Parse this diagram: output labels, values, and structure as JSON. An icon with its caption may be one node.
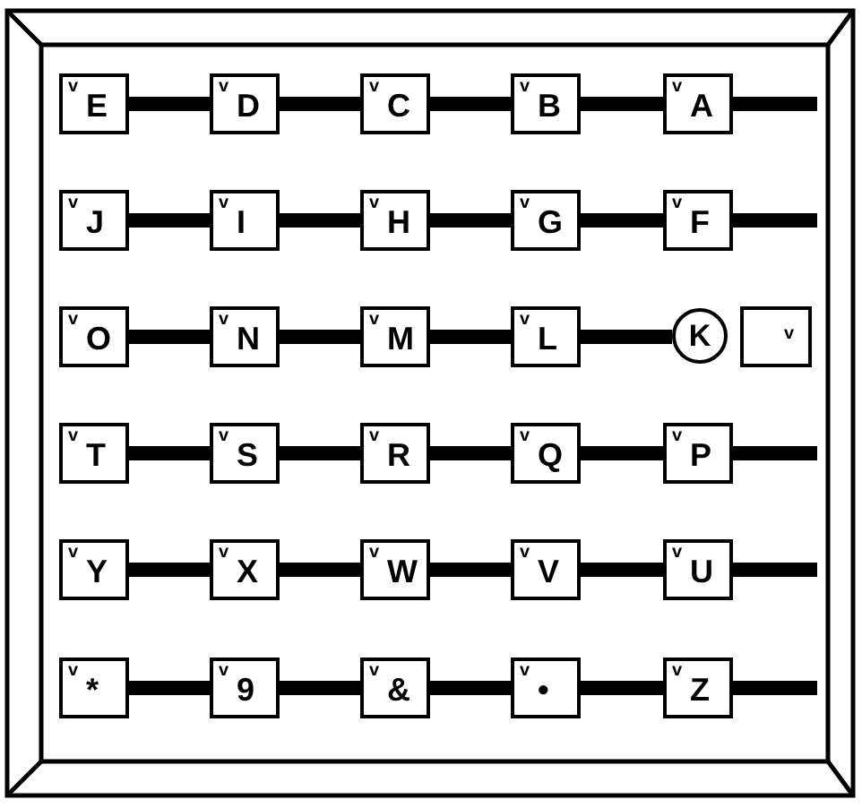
{
  "diagram": {
    "nodes": [
      {
        "text": [
          "v",
          "E"
        ]
      },
      {
        "text": [
          "v",
          "D"
        ]
      },
      {
        "text": [
          "v",
          "C"
        ]
      },
      {
        "text": [
          "v",
          "B"
        ]
      },
      {
        "text": [
          "v",
          "A"
        ]
      },
      {
        "text": [
          "v",
          "J"
        ]
      },
      {
        "text": [
          "v",
          "I"
        ]
      },
      {
        "text": [
          "v",
          "H"
        ]
      },
      {
        "text": [
          "v",
          "G"
        ]
      },
      {
        "text": [
          "v",
          "F"
        ]
      },
      {
        "text": [
          "v",
          "O"
        ]
      },
      {
        "text": [
          "v",
          "N"
        ]
      },
      {
        "text": [
          "v",
          "M"
        ]
      },
      {
        "text": [
          "v",
          "L"
        ]
      },
      {
        "text": [
          "K"
        ]
      },
      {
        "text": [
          "v"
        ]
      },
      {
        "text": [
          "v",
          "T"
        ]
      },
      {
        "text": [
          "v",
          "S"
        ]
      },
      {
        "text": [
          "v",
          "R"
        ]
      },
      {
        "text": [
          "v",
          "Q"
        ]
      },
      {
        "text": [
          "v",
          "P"
        ]
      },
      {
        "text": [
          "v",
          "Y"
        ]
      },
      {
        "text": [
          "v",
          "X"
        ]
      },
      {
        "text": [
          "v",
          "W"
        ]
      },
      {
        "text": [
          "v",
          "V"
        ]
      },
      {
        "text": [
          "v",
          "U"
        ]
      },
      {
        "text": [
          "v",
          "*"
        ]
      },
      {
        "text": [
          "v",
          "9"
        ]
      },
      {
        "text": [
          "v",
          "&"
        ]
      },
      {
        "text": [
          "v",
          "•"
        ]
      },
      {
        "text": [
          "v",
          "Z"
        ]
      }
    ],
    "edges": [
      {
        "from": 0,
        "to": 1,
        "arrow": "none"
      },
      {
        "from": 1,
        "to": 2,
        "arrow": "none"
      },
      {
        "from": 2,
        "to": 3,
        "arrow": "none"
      },
      {
        "from": 3,
        "to": 4,
        "arrow": "none"
      },
      {
        "from": 4,
        "to": null,
        "arrow": "none"
      },
      {
        "from": 5,
        "to": 6,
        "arrow": "none"
      },
      {
        "from": 6,
        "to": 7,
        "arrow": "none"
      },
      {
        "from": 7,
        "to": 8,
        "arrow": "none"
      },
      {
        "from": 8,
        "to": 9,
        "arrow": "none"
      },
      {
        "from": 9,
        "to": null,
        "arrow": "none"
      },
      {
        "from": 10,
        "to": 11,
        "arrow": "none"
      },
      {
        "from": 11,
        "to": 12,
        "arrow": "none"
      },
      {
        "from": 12,
        "to": 13,
        "arrow": "none"
      },
      {
        "from": 13,
        "to": 14,
        "arrow": "none"
      },
      {
        "from": 16,
        "to": 17,
        "arrow": "none"
      },
      {
        "from": 17,
        "to": 18,
        "arrow": "none"
      },
      {
        "from": 18,
        "to": 19,
        "arrow": "none"
      },
      {
        "from": 19,
        "to": 20,
        "arrow": "none"
      },
      {
        "from": 20,
        "to": null,
        "arrow": "none"
      },
      {
        "from": 21,
        "to": 22,
        "arrow": "none"
      },
      {
        "from": 22,
        "to": 23,
        "arrow": "none"
      },
      {
        "from": 23,
        "to": 24,
        "arrow": "none"
      },
      {
        "from": 24,
        "to": 25,
        "arrow": "none"
      },
      {
        "from": 25,
        "to": null,
        "arrow": "none"
      },
      {
        "from": 26,
        "to": 27,
        "arrow": "none"
      },
      {
        "from": 27,
        "to": 28,
        "arrow": "none"
      },
      {
        "from": 28,
        "to": 29,
        "arrow": "none"
      },
      {
        "from": 29,
        "to": 30,
        "arrow": "none"
      },
      {
        "from": 30,
        "to": null,
        "arrow": "none"
      }
    ]
  }
}
